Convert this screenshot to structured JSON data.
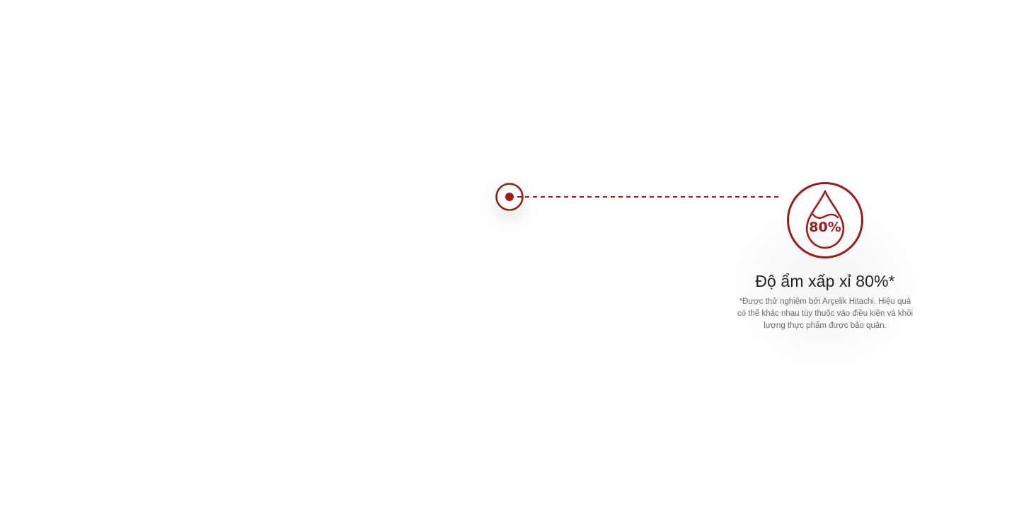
{
  "colors": {
    "accent": "#9b1c1c",
    "title_text": "#222222",
    "note_text": "#6b6b6b",
    "background": "#ffffff"
  },
  "hotspot": {
    "icon": "target-dot-icon"
  },
  "feature": {
    "icon": "water-drop-humidity-icon",
    "icon_label": "80%",
    "title": "Độ ẩm xấp xỉ 80%*",
    "note": "*Được thử nghiệm bởi Arçelik Hitachi. Hiệu quả có thể khác nhau tùy thuộc vào điều kiện và khối lượng thực phẩm được bảo quản."
  }
}
